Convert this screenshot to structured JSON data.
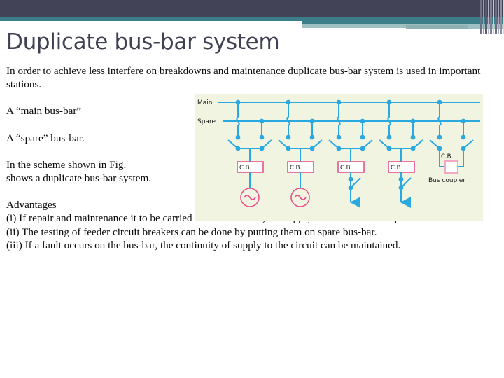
{
  "slide": {
    "title": "Duplicate bus-bar system",
    "title_color": "#3f4152",
    "header_colors": {
      "dark": "#434358",
      "teal": "#3c7d8a",
      "pale": "#9fc0c2",
      "accent_tab": "#8fb0b4"
    }
  },
  "body": {
    "intro": "In order to achieve less interfere on breakdowns and maintenance  duplicate bus-bar system is used in important stations.",
    "line_main": "A “main bus-bar”",
    "line_spare": "A “spare” bus-bar.",
    "line_scheme_1": "In the scheme shown in Fig.",
    "line_scheme_2": "shows a duplicate bus-bar system.",
    "advantages_heading": "Advantages",
    "advantages": [
      "(i) If repair and maintenance it to be carried on the main bus, the supply need not be interrupted.",
      "(ii) The testing of feeder circuit breakers can be done by putting them on spare bus-bar.",
      "(iii) If a fault occurs on the bus-bar, the continuity of supply to the circuit can be maintained."
    ]
  },
  "diagram": {
    "background": "#f2f4e2",
    "line_color": "#29a9e0",
    "accent_color": "#e8538c",
    "labels": {
      "main_bus": "Main",
      "spare_bus": "Spare",
      "circuit_breaker": "C.B.",
      "bus_coupler": "Bus coupler"
    },
    "bays": [
      {
        "type": "generator",
        "cb": "C.B."
      },
      {
        "type": "generator",
        "cb": "C.B."
      },
      {
        "type": "feeder",
        "cb": "C.B."
      },
      {
        "type": "feeder",
        "cb": "C.B."
      },
      {
        "type": "bus-coupler",
        "cb": "C.B."
      }
    ]
  }
}
